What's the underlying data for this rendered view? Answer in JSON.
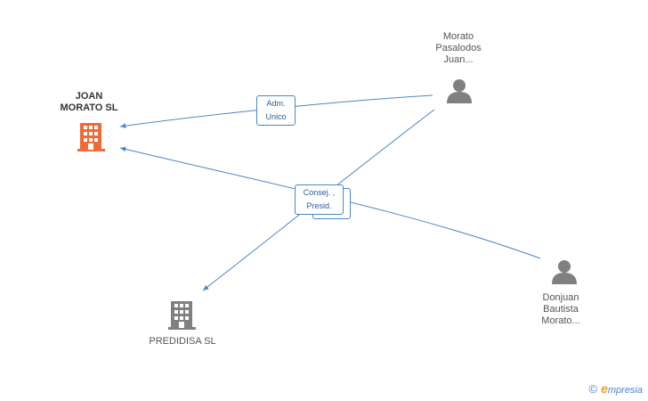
{
  "nodes": {
    "joan_morato": {
      "label": "JOAN\nMORATO SL",
      "type": "company",
      "highlight": true
    },
    "predidisa": {
      "label": "PREDIDISA  SL",
      "type": "company",
      "highlight": false
    },
    "morato_pasalodos": {
      "label": "Morato\nPasalodos\nJuan...",
      "type": "person"
    },
    "donjuan_bautista": {
      "label": "Donjuan\nBautista\nMorato...",
      "type": "person"
    }
  },
  "edges": {
    "adm_unico": {
      "label": "Adm.\nUnico"
    },
    "consej_presid": {
      "label": "Consej. ,\nPresid."
    }
  },
  "watermark": {
    "copyright": "©",
    "brand_initial": "e",
    "brand_rest": "mpresia"
  },
  "colors": {
    "edge": "#4a86c8",
    "company_highlight": "#f06a35",
    "company": "#808080",
    "person": "#808080"
  }
}
